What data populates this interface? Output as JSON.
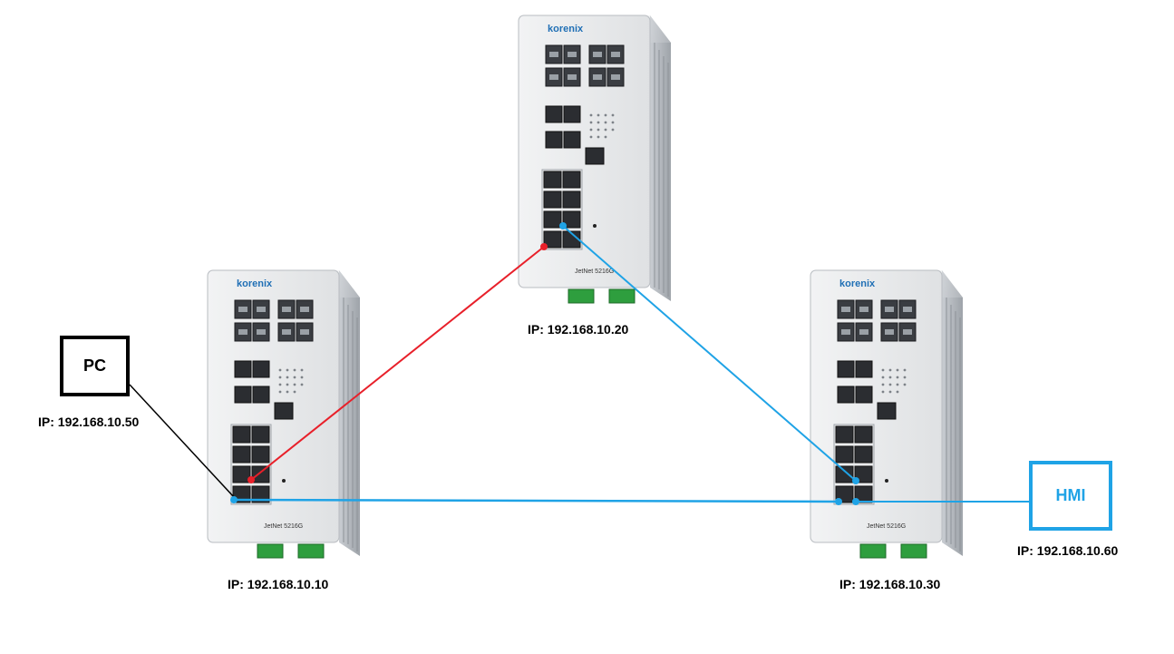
{
  "devices": {
    "pc": {
      "label": "PC",
      "ip": "IP: 192.168.10.50"
    },
    "hmi": {
      "label": "HMI",
      "ip": "IP: 192.168.10.60"
    },
    "switches": [
      {
        "id": "switch-top",
        "brand": "korenix",
        "model": "JetNet 5216G",
        "ip": "IP: 192.168.10.20"
      },
      {
        "id": "switch-left",
        "brand": "korenix",
        "model": "JetNet 5216G",
        "ip": "IP: 192.168.10.10"
      },
      {
        "id": "switch-right",
        "brand": "korenix",
        "model": "JetNet 5216G",
        "ip": "IP: 192.168.10.30"
      }
    ]
  },
  "colors": {
    "red_link": "#e8202a",
    "blue_link": "#1fa3e6",
    "black_link": "#000000",
    "brand": "#1f6fb5",
    "terminal": "#2e9e3e"
  }
}
